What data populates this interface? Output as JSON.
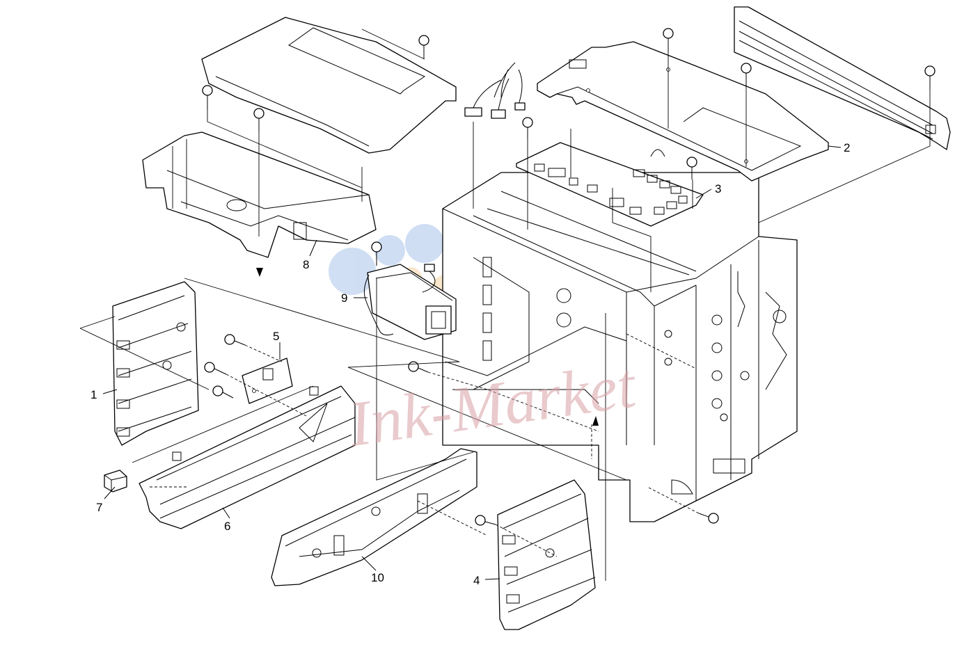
{
  "callouts": [
    {
      "id": "1",
      "label": "1"
    },
    {
      "id": "2",
      "label": "2"
    },
    {
      "id": "3",
      "label": "3"
    },
    {
      "id": "4",
      "label": "4"
    },
    {
      "id": "5",
      "label": "5"
    },
    {
      "id": "6",
      "label": "6"
    },
    {
      "id": "7",
      "label": "7"
    },
    {
      "id": "8",
      "label": "8"
    },
    {
      "id": "9",
      "label": "9"
    },
    {
      "id": "10",
      "label": "10"
    }
  ],
  "watermark": {
    "text": "Ink-Market",
    "bubble_colors": [
      "#a9c4ea",
      "#f6d7a4"
    ]
  },
  "colors": {
    "line": "#000000",
    "background": "#ffffff",
    "watermark": "#d8a0a6"
  }
}
